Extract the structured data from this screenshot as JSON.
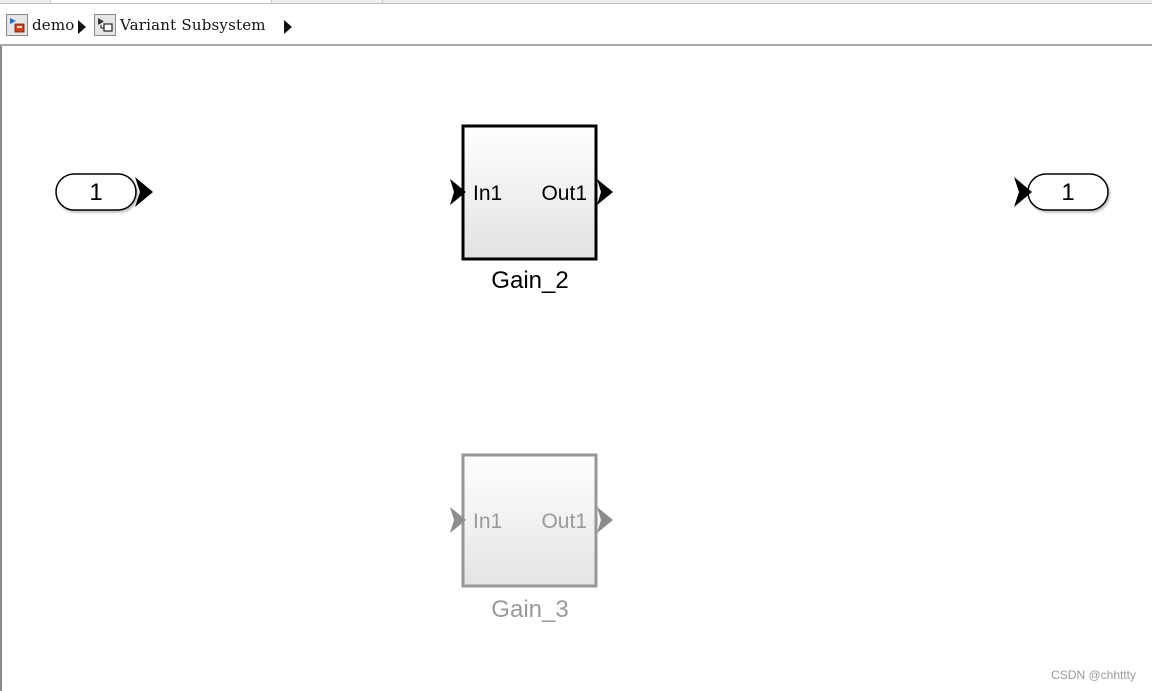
{
  "breadcrumb": {
    "items": [
      {
        "label": "demo",
        "icon": "model-icon"
      },
      {
        "label": "Variant Subsystem",
        "icon": "subsystem-icon"
      }
    ]
  },
  "diagram": {
    "inport": {
      "label": "1"
    },
    "outport": {
      "label": "1"
    },
    "blocks": [
      {
        "name": "Gain_2",
        "in_label": "In1",
        "out_label": "Out1",
        "active": true
      },
      {
        "name": "Gain_3",
        "in_label": "In1",
        "out_label": "Out1",
        "active": false
      }
    ]
  },
  "colors": {
    "active_stroke": "#000000",
    "inactive_stroke": "#8c8c8c",
    "inactive_text": "#9a9a9a",
    "block_fill_top": "#ffffff",
    "block_fill_bottom": "#e2e2e2"
  },
  "watermark": "CSDN @chhttty"
}
